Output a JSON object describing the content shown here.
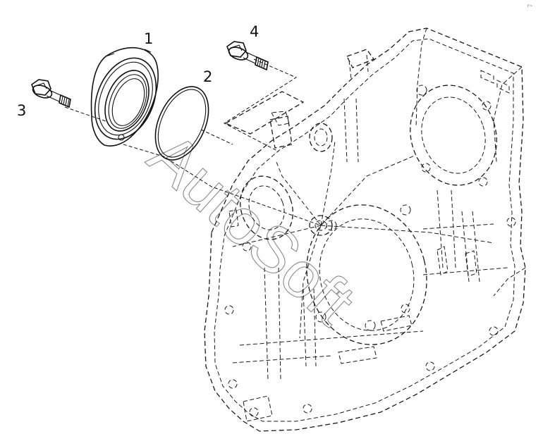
{
  "diagram": {
    "watermark": "AutoSoft",
    "corner_mark": "r~",
    "callouts": [
      {
        "id": "1",
        "label": "1"
      },
      {
        "id": "2",
        "label": "2"
      },
      {
        "id": "3",
        "label": "3"
      },
      {
        "id": "4",
        "label": "4"
      }
    ],
    "parts": [
      {
        "callout": "1",
        "name": "seal-cover-icon"
      },
      {
        "callout": "2",
        "name": "o-ring-icon"
      },
      {
        "callout": "3",
        "name": "flange-bolt-icon"
      },
      {
        "callout": "4",
        "name": "flange-bolt-icon"
      }
    ],
    "colors": {
      "line": "#111111",
      "watermark": "#8a8a8a",
      "background": "#ffffff"
    }
  }
}
